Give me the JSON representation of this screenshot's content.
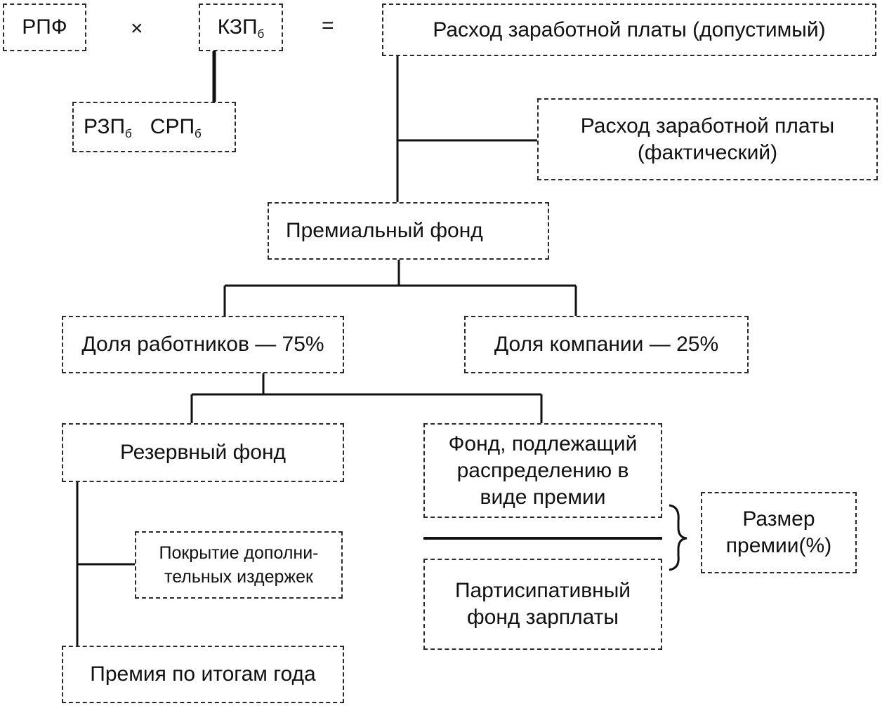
{
  "formula": {
    "rpf": "РПФ",
    "multiply": "×",
    "kzp_main": "КЗП",
    "kzp_sub": "б",
    "equals": "=",
    "rzp_main": "РЗП",
    "rzp_sub": "б",
    "srp_main": "СРП",
    "srp_sub": "б"
  },
  "boxes": {
    "allowed_payroll": "Расход заработной платы (допустимый)",
    "actual_payroll": "Расход заработной платы\n(фактический)",
    "bonus_fund": "Премиальный фонд",
    "employees_share": "Доля работников — 75%",
    "company_share": "Доля компании — 25%",
    "reserve_fund": "Резервный фонд",
    "distribution_fund": "Фонд, подлежащий\nраспределению в\nвиде премии",
    "additional_costs": "Покрытие дополни-\nтельных издержек",
    "participative_fund": "Партисипативный\nфонд зарплаты",
    "bonus_size": "Размер\nпремии(%)",
    "annual_bonus": "Премия по итогам года"
  }
}
